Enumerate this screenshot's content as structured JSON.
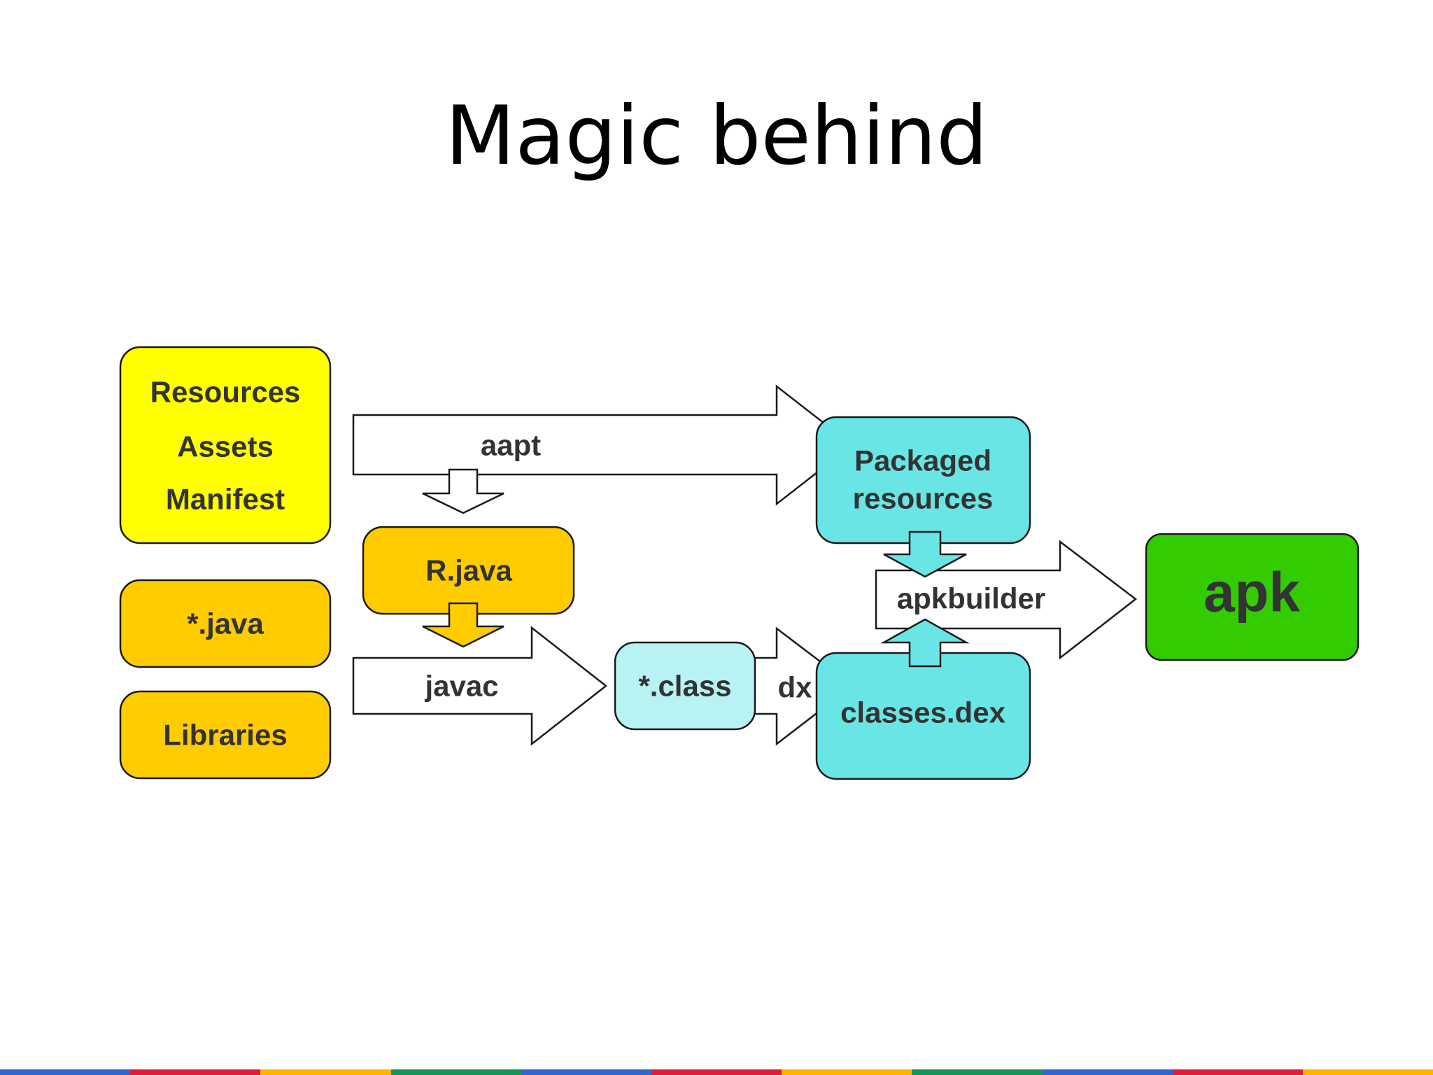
{
  "title": "Magic behind",
  "colors": {
    "yellow": "#ffff00",
    "orange": "#ffcc00",
    "cyan": "#6ae5e5",
    "light_cyan": "#b8f2f2",
    "green": "#33cc00",
    "outline": "#1a1a1a",
    "text": "#333333"
  },
  "boxes": {
    "sources": {
      "lines": [
        "Resources",
        "Assets",
        "Manifest"
      ]
    },
    "rjava": {
      "label": "R.java"
    },
    "java": {
      "label": "*.java"
    },
    "libraries": {
      "label": "Libraries"
    },
    "packaged": {
      "lines": [
        "Packaged",
        "resources"
      ]
    },
    "classfile": {
      "label": "*.class"
    },
    "dex": {
      "label": "classes.dex"
    },
    "apk": {
      "label": "apk"
    }
  },
  "arrows": {
    "aapt": {
      "label": "aapt"
    },
    "javac": {
      "label": "javac"
    },
    "dx": {
      "label": "dx"
    },
    "apkbuilder": {
      "label": "apkbuilder"
    }
  },
  "footer_colors": [
    "#3366cc",
    "#dc1e3c",
    "#ffb400",
    "#18965a",
    "#3366cc",
    "#dc1e3c",
    "#ffb400",
    "#18965a",
    "#3366cc",
    "#dc1e3c",
    "#ffb400"
  ]
}
